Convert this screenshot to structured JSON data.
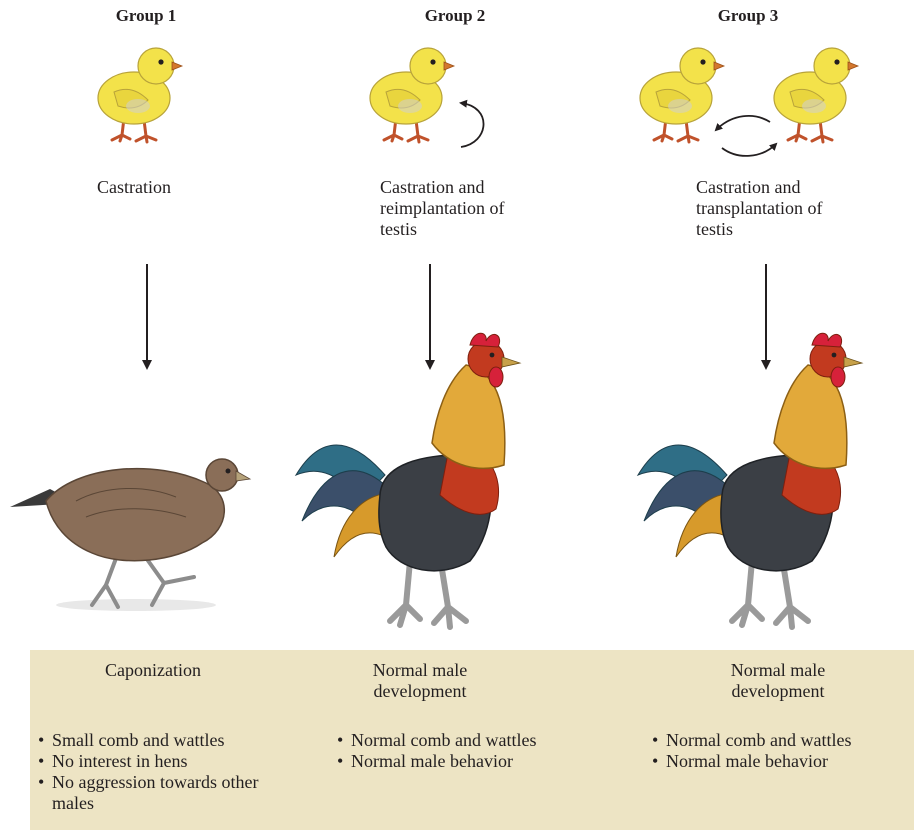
{
  "groups": [
    {
      "title": "Group 1",
      "procedure": "Castration",
      "outcome": "Caponization",
      "effects": [
        "Small comb and wattles",
        "No interest in hens",
        "No aggression towards other males"
      ]
    },
    {
      "title": "Group 2",
      "procedure": "Castration and reimplantation of testis",
      "outcome": "Normal male development",
      "effects": [
        "Normal comb and wattles",
        "Normal male behavior"
      ]
    },
    {
      "title": "Group 3",
      "procedure": "Castration and transplantation of testis",
      "outcome": "Normal male development",
      "effects": [
        "Normal comb and wattles",
        "Normal male behavior"
      ]
    }
  ],
  "colors": {
    "panel": "#ede4c4",
    "chick": "#f3e24a",
    "capon": "#8a6e58",
    "rooster_neck": "#e2a93a",
    "rooster_breast": "#c23a1f",
    "rooster_body": "#3b3f45",
    "rooster_tail": "#2f6e86"
  },
  "icons": [
    "chick-icon",
    "capon-icon",
    "rooster-icon",
    "curved-arrow-icon",
    "swap-arrows-icon",
    "down-arrow-icon"
  ]
}
